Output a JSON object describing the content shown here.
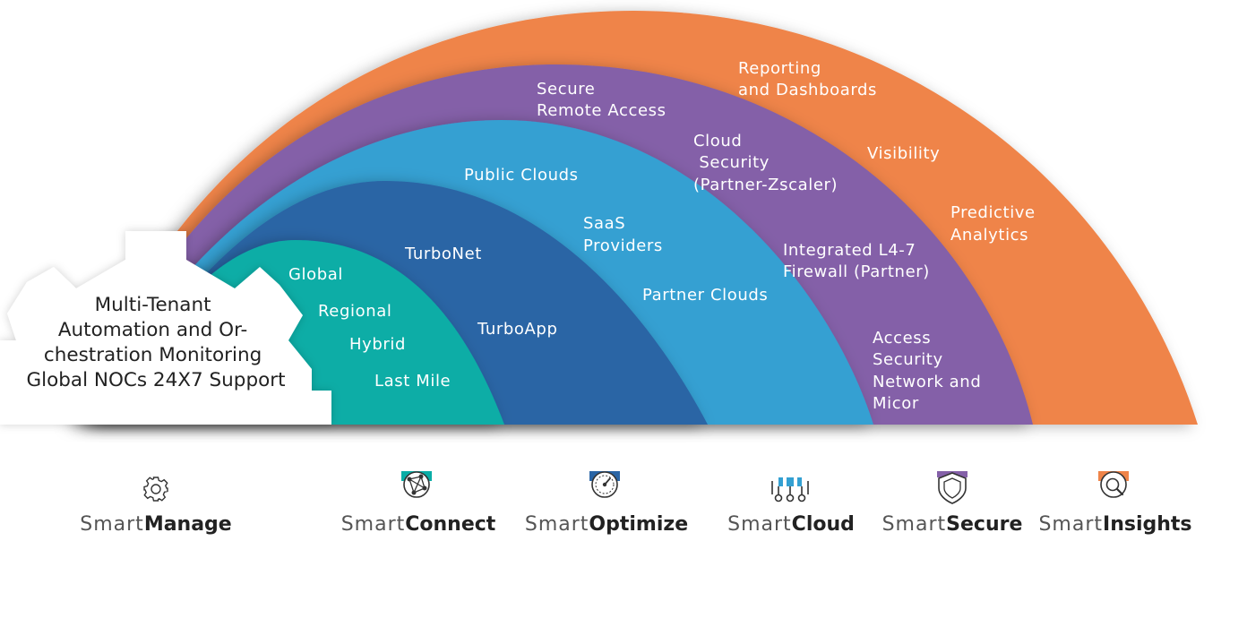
{
  "colors": {
    "orange": "#EF8449",
    "purple": "#8460A8",
    "sky_blue": "#34A0D2",
    "navy_blue": "#2A65A5",
    "teal": "#0AADA6",
    "gear_fill": "#FFFFFF",
    "product_dark": "#222222",
    "product_light": "#555555"
  },
  "center": {
    "lines": [
      "Multi-Tenant",
      "Automation and Or-",
      "chestration Monitoring",
      "Global NOCs 24X7 Support"
    ]
  },
  "bands": {
    "teal": {
      "labels": [
        {
          "lines": [
            "Global"
          ]
        },
        {
          "lines": [
            "Regional"
          ]
        },
        {
          "lines": [
            "Hybrid"
          ]
        },
        {
          "lines": [
            "Last Mile"
          ]
        }
      ]
    },
    "navy": {
      "labels": [
        {
          "lines": [
            "TurboNet"
          ]
        },
        {
          "lines": [
            "TurboApp"
          ]
        }
      ]
    },
    "sky": {
      "labels": [
        {
          "lines": [
            "Public Clouds"
          ]
        },
        {
          "lines": [
            "SaaS",
            "Providers"
          ]
        },
        {
          "lines": [
            "Partner Clouds"
          ]
        }
      ]
    },
    "purple": {
      "labels": [
        {
          "lines": [
            "Secure",
            "Remote Access"
          ]
        },
        {
          "lines": [
            "Cloud",
            " Security",
            "(Partner-Zscaler)"
          ]
        },
        {
          "lines": [
            "Integrated L4-7",
            "Firewall (Partner)"
          ]
        },
        {
          "lines": [
            "Access",
            "Security",
            "Network and",
            "Micor"
          ]
        }
      ]
    },
    "orange": {
      "labels": [
        {
          "lines": [
            "Reporting",
            "and Dashboards"
          ]
        },
        {
          "lines": [
            "Visibility"
          ]
        },
        {
          "lines": [
            "Predictive",
            "Analytics"
          ]
        }
      ]
    }
  },
  "products": [
    {
      "prefix": "Smart",
      "name": "Manage",
      "icon": "gear-icon"
    },
    {
      "prefix": "Smart",
      "name": "Connect",
      "icon": "network-globe-icon"
    },
    {
      "prefix": "Smart",
      "name": "Optimize",
      "icon": "speedometer-icon"
    },
    {
      "prefix": "Smart",
      "name": "Cloud",
      "icon": "cloud-nodes-icon"
    },
    {
      "prefix": "Smart",
      "name": "Secure",
      "icon": "shield-icon"
    },
    {
      "prefix": "Smart",
      "name": "Insights",
      "icon": "insights-magnifier-icon"
    }
  ]
}
